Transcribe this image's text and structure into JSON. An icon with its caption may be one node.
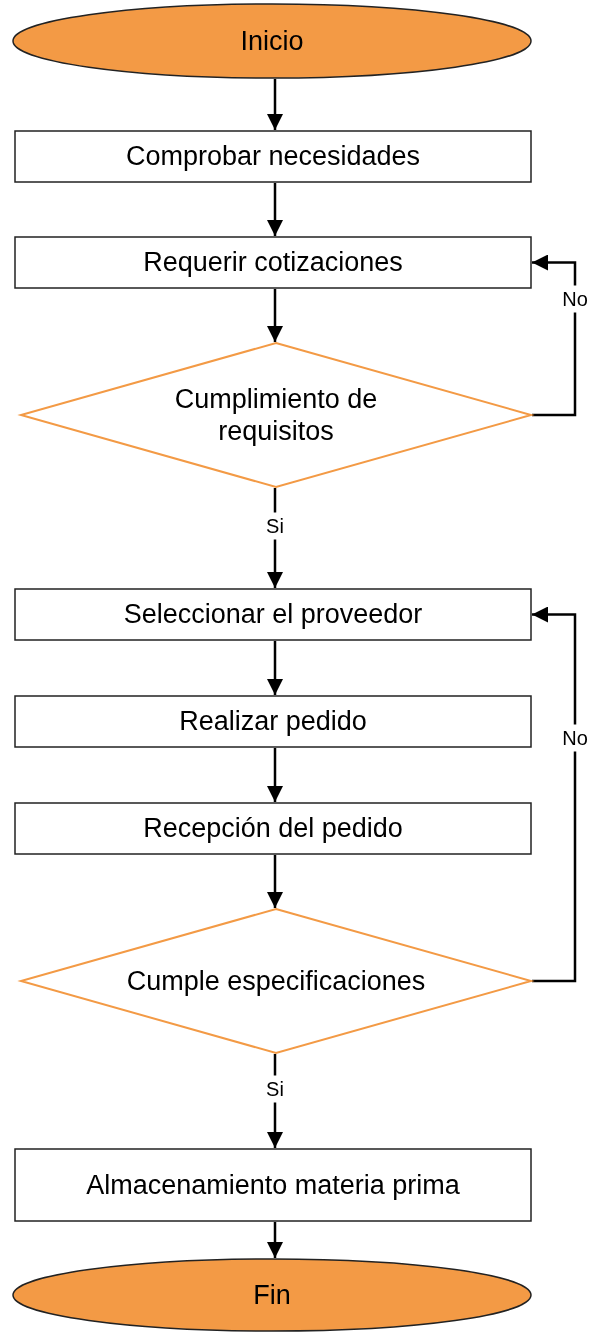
{
  "diagram": {
    "nodes": [
      {
        "text": [
          "Inicio"
        ]
      },
      {
        "text": [
          "Comprobar necesidades"
        ]
      },
      {
        "text": [
          "Requerir cotizaciones"
        ]
      },
      {
        "text": [
          "Cumplimiento de requisitos"
        ]
      },
      {
        "text": [
          "Seleccionar el proveedor"
        ]
      },
      {
        "text": [
          "Realizar pedido"
        ]
      },
      {
        "text": [
          "Recepción del pedido"
        ]
      },
      {
        "text": [
          "Cumple especificaciones"
        ]
      },
      {
        "text": [
          "Almacenamiento materia prima"
        ]
      },
      {
        "text": [
          "Fin"
        ]
      }
    ],
    "edges": [
      {
        "from": 0,
        "to": 1,
        "arrow": "to"
      },
      {
        "from": 1,
        "to": 2,
        "arrow": "to"
      },
      {
        "from": 2,
        "to": 3,
        "arrow": "to"
      },
      {
        "from": 3,
        "to": 4,
        "arrow": "to",
        "label": "Si"
      },
      {
        "from": 3,
        "to": 2,
        "arrow": "to",
        "label": "No"
      },
      {
        "from": 4,
        "to": 5,
        "arrow": "to"
      },
      {
        "from": 5,
        "to": 6,
        "arrow": "to"
      },
      {
        "from": 6,
        "to": 7,
        "arrow": "to"
      },
      {
        "from": 7,
        "to": 4,
        "arrow": "to",
        "label": "No"
      },
      {
        "from": 7,
        "to": 8,
        "arrow": "to",
        "label": "Si"
      },
      {
        "from": 8,
        "to": 9,
        "arrow": "to"
      }
    ]
  }
}
